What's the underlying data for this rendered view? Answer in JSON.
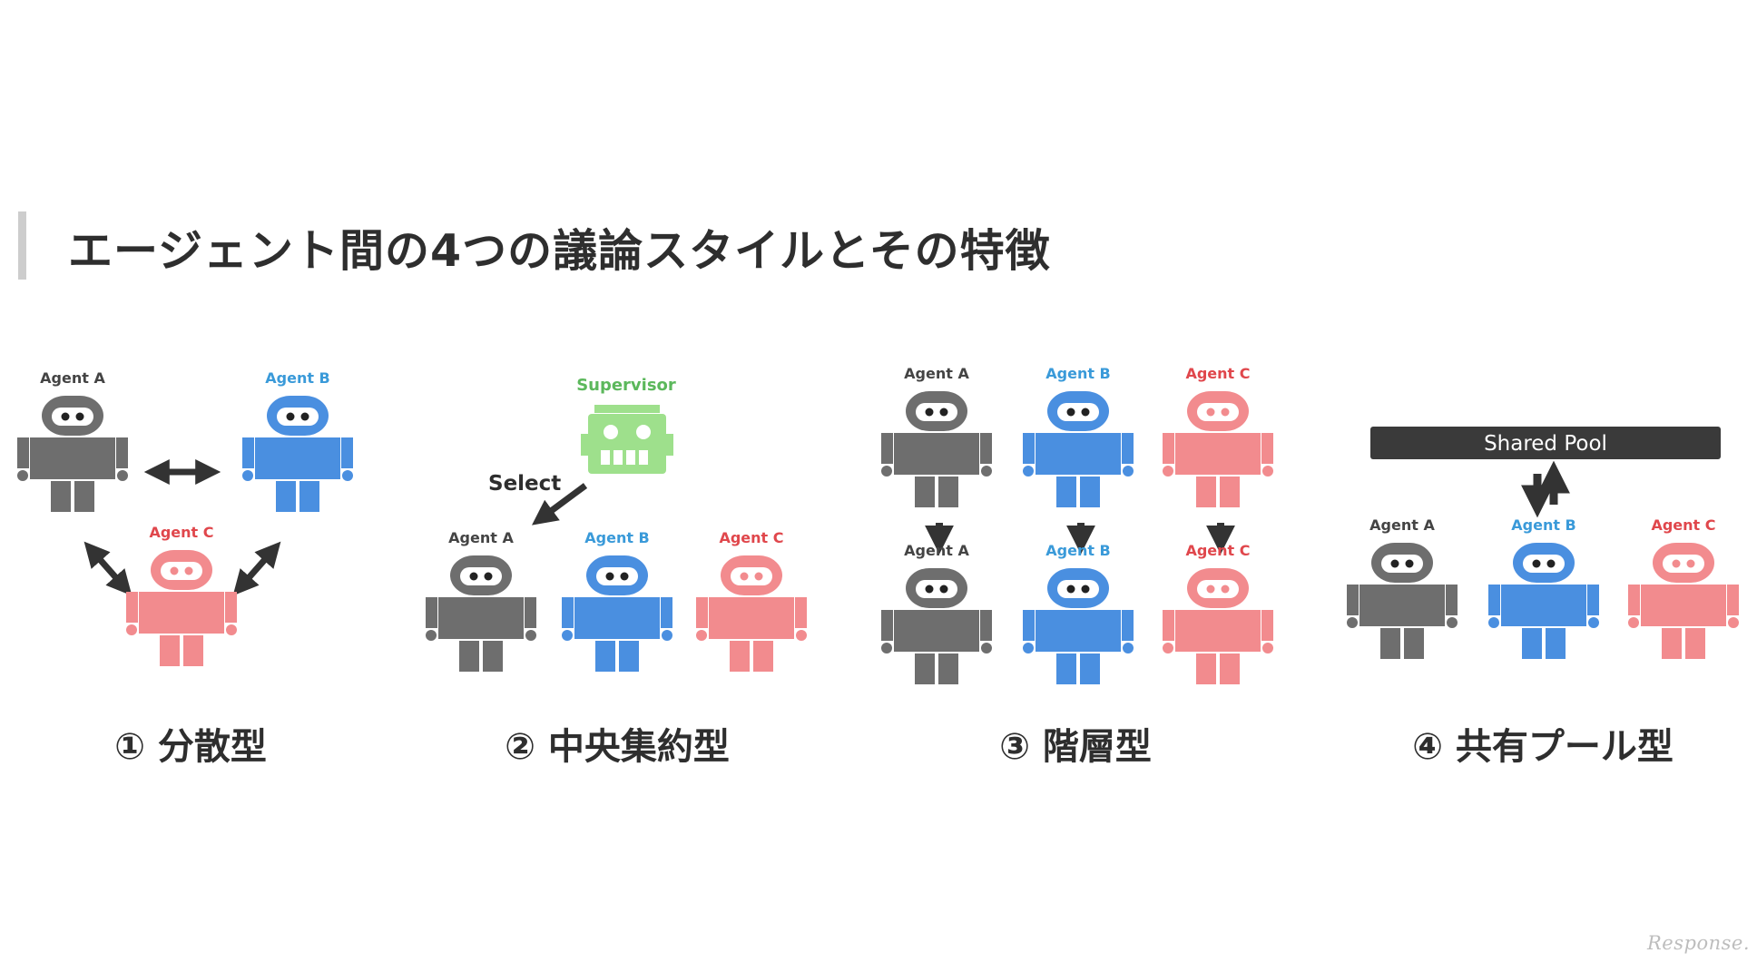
{
  "title": "エージェント間の4つの議論スタイルとその特徴",
  "colors": {
    "agent_a": "#6e6e6e",
    "agent_b": "#4a8fe0",
    "agent_c": "#f28b8e",
    "supervisor": "#9ee08c",
    "pool_bar": "#3a3a3a",
    "arrow": "#333333"
  },
  "agent_labels": {
    "a": "Agent A",
    "b": "Agent B",
    "c": "Agent C"
  },
  "panel1": {
    "caption": "① 分散型"
  },
  "panel2": {
    "supervisor_label": "Supervisor",
    "select_label": "Select",
    "caption": "② 中央集約型"
  },
  "panel3": {
    "caption": "③ 階層型"
  },
  "panel4": {
    "pool_label": "Shared Pool",
    "caption": "④ 共有プール型"
  },
  "watermark": "Response."
}
